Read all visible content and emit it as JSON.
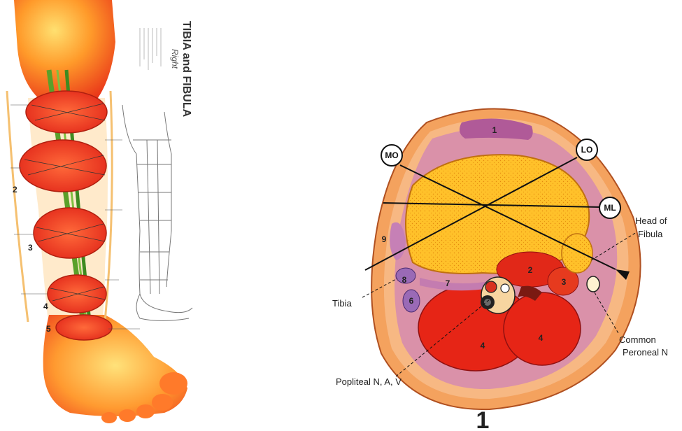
{
  "left_panel": {
    "title": "TIBIA and FIBULA",
    "subtitle": "Right",
    "slice_numbers": [
      "2",
      "3",
      "4",
      "5"
    ]
  },
  "cross_section": {
    "figure_number": "1",
    "line_labels": [
      "MO",
      "LO",
      "ML"
    ],
    "region_numbers": [
      "1",
      "2",
      "3",
      "4",
      "4",
      "6",
      "7",
      "8",
      "9"
    ],
    "callouts": {
      "head_of_fibula_line1": "Head of",
      "head_of_fibula_line2": "Fibula",
      "tibia": "Tibia",
      "common_peroneal_line1": "Common",
      "common_peroneal_line2": "Peroneal N",
      "popliteal": "Popliteal N, A, V"
    }
  }
}
